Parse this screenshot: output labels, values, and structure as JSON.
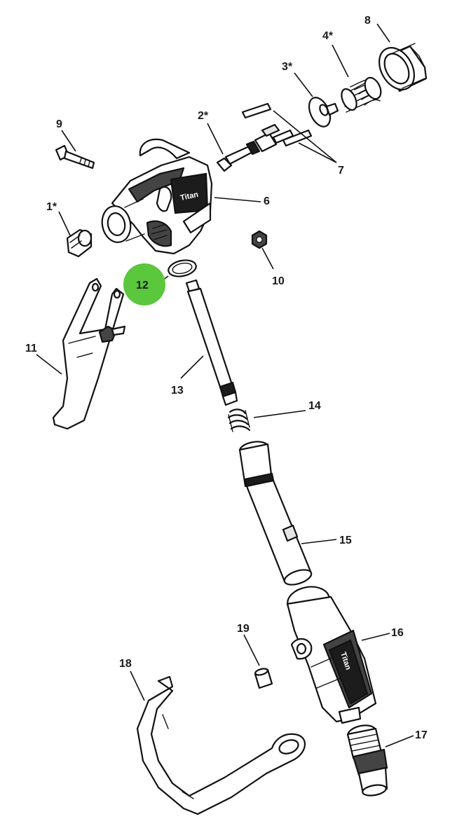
{
  "diagram": {
    "highlight_color": "#5ac73c",
    "highlighted_callout": "12",
    "brand_marks": [
      "Titan",
      "Titan"
    ],
    "callouts": [
      {
        "id": "1",
        "text": "1*"
      },
      {
        "id": "2",
        "text": "2*"
      },
      {
        "id": "3",
        "text": "3*"
      },
      {
        "id": "4",
        "text": "4*"
      },
      {
        "id": "6",
        "text": "6"
      },
      {
        "id": "7",
        "text": "7"
      },
      {
        "id": "8",
        "text": "8"
      },
      {
        "id": "9",
        "text": "9"
      },
      {
        "id": "10",
        "text": "10"
      },
      {
        "id": "11",
        "text": "11"
      },
      {
        "id": "12",
        "text": "12"
      },
      {
        "id": "13",
        "text": "13"
      },
      {
        "id": "14",
        "text": "14"
      },
      {
        "id": "15",
        "text": "15"
      },
      {
        "id": "16",
        "text": "16"
      },
      {
        "id": "17",
        "text": "17"
      },
      {
        "id": "18",
        "text": "18"
      },
      {
        "id": "19",
        "text": "19"
      }
    ]
  }
}
